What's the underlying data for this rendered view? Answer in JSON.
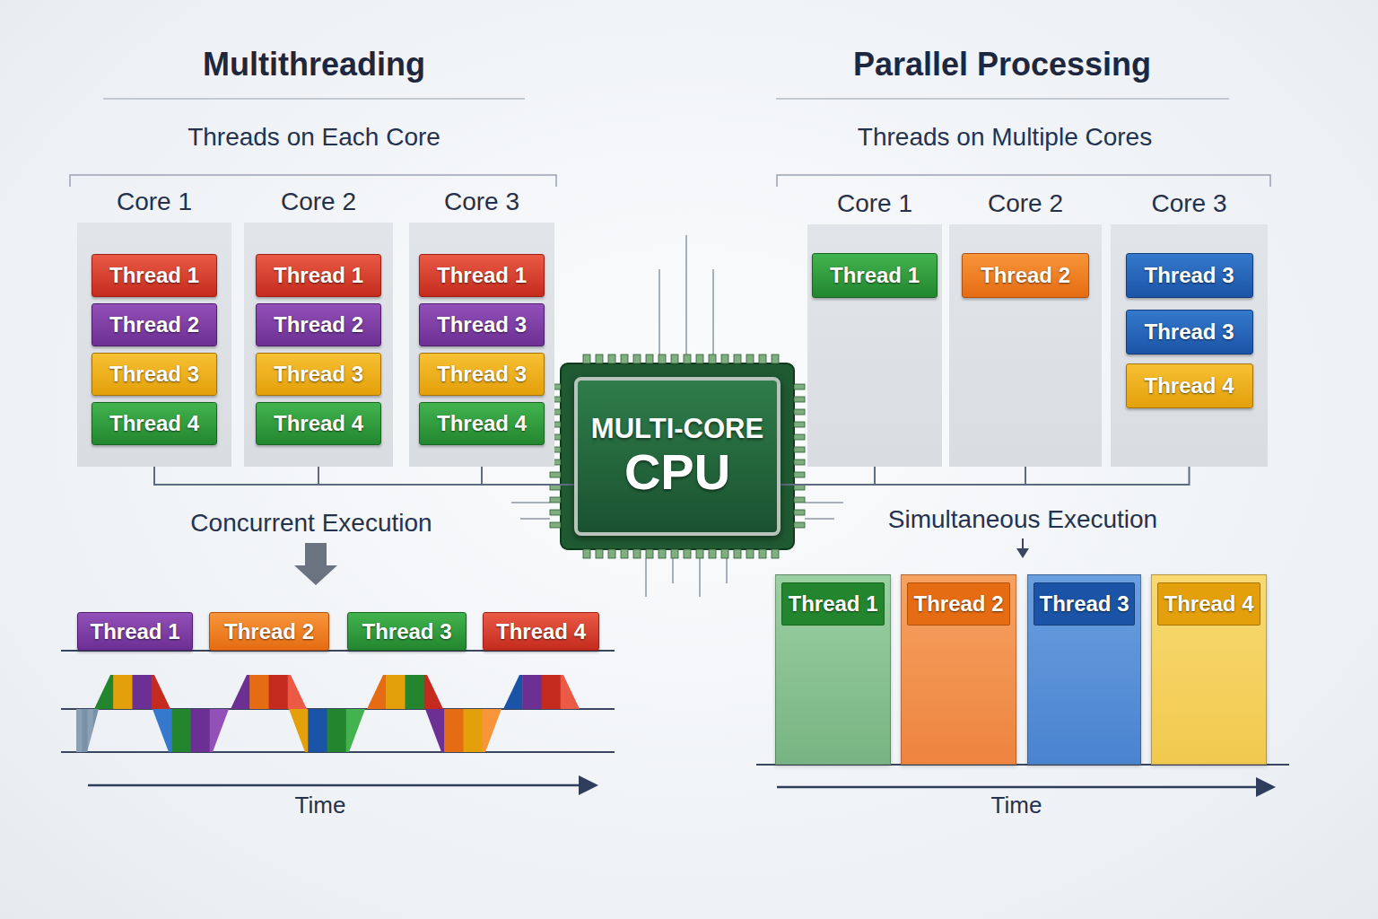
{
  "diagram": {
    "nodes": [
      {
        "text": [
          "Core 1"
        ]
      },
      {
        "text": [
          "Thread 1"
        ],
        "in": 0
      },
      {
        "text": [
          "Thread 2"
        ],
        "in": 0
      },
      {
        "text": [
          "Thread 3"
        ],
        "in": 0
      },
      {
        "text": [
          "Thread 4"
        ],
        "in": 0
      },
      {
        "text": [
          "Core 2"
        ]
      },
      {
        "text": [
          "Thread 1"
        ],
        "in": 5
      },
      {
        "text": [
          "Thread 2"
        ],
        "in": 5
      },
      {
        "text": [
          "Thread 3"
        ],
        "in": 5
      },
      {
        "text": [
          "Thread 4"
        ],
        "in": 5
      },
      {
        "text": [
          "Core 3"
        ]
      },
      {
        "text": [
          "Thread 1"
        ],
        "in": 10
      },
      {
        "text": [
          "Thread 3"
        ],
        "in": 10
      },
      {
        "text": [
          "Thread 3"
        ],
        "in": 10
      },
      {
        "text": [
          "Thread 4"
        ],
        "in": 10
      },
      {
        "text": [
          "MULTI-CORE",
          "CPU"
        ]
      },
      {
        "text": [
          "Core 1"
        ]
      },
      {
        "text": [
          "Thread 1"
        ],
        "in": 16
      },
      {
        "text": [
          "Core 2"
        ]
      },
      {
        "text": [
          "Thread 2"
        ],
        "in": 18
      },
      {
        "text": [
          "Core 3"
        ]
      },
      {
        "text": [
          "Thread 3"
        ],
        "in": 20
      },
      {
        "text": [
          "Thread 3"
        ],
        "in": 20
      },
      {
        "text": [
          "Thread 4"
        ],
        "in": 20
      },
      {
        "text": [
          "Thread 1"
        ]
      },
      {
        "text": [
          "Thread 2"
        ]
      },
      {
        "text": [
          "Thread 3"
        ]
      },
      {
        "text": [
          "Thread 4"
        ]
      },
      {
        "text": [
          "Thread 1"
        ]
      },
      {
        "text": [
          "Thread 2"
        ]
      },
      {
        "text": [
          "Thread 3"
        ]
      },
      {
        "text": [
          "Thread 4"
        ]
      }
    ],
    "edges": [
      {
        "from": 0,
        "to": 15,
        "arrow": "none"
      },
      {
        "from": 5,
        "to": 15,
        "arrow": "none"
      },
      {
        "from": 10,
        "to": 15,
        "arrow": "none"
      },
      {
        "from": 16,
        "to": 15,
        "arrow": "none"
      },
      {
        "from": 18,
        "to": 15,
        "arrow": "none"
      },
      {
        "from": 20,
        "to": 15,
        "arrow": "none"
      }
    ],
    "labels": [
      "Multithreading",
      "Parallel Processing",
      "Threads on Each Core",
      "Threads on Multiple Cores",
      "Concurrent Execution",
      "Simultaneous Execution",
      "Time",
      "Time"
    ]
  }
}
